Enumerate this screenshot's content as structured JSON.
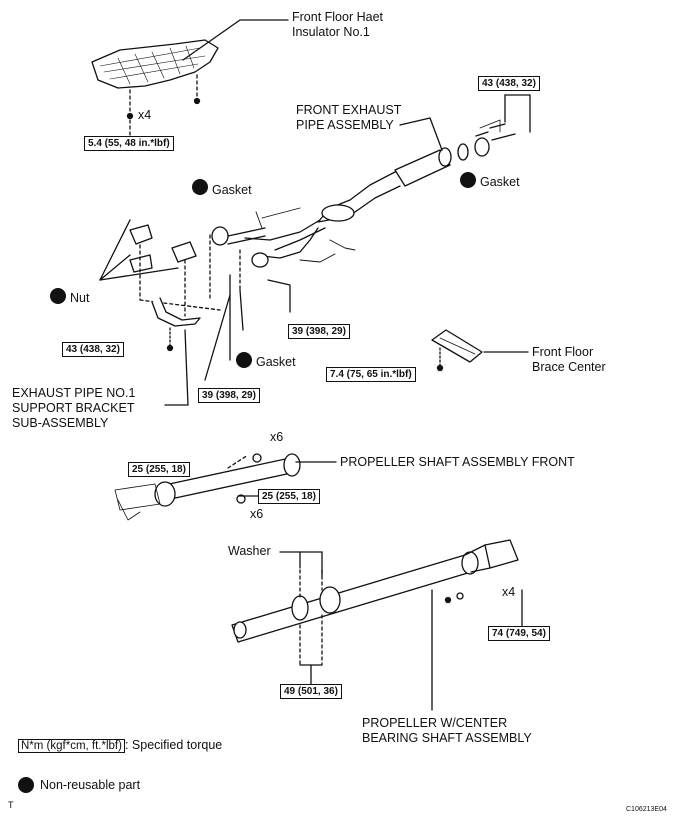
{
  "labels": {
    "heat_insulator": [
      "Front Floor Haet",
      "Insulator No.1"
    ],
    "front_exhaust": [
      "FRONT EXHAUST",
      "PIPE ASSEMBLY"
    ],
    "gasket": "Gasket",
    "nut": "Nut",
    "support_bracket": [
      "EXHAUST PIPE NO.1",
      "SUPPORT BRACKET",
      "SUB-ASSEMBLY"
    ],
    "brace_center": [
      "Front Floor",
      "Brace Center"
    ],
    "prop_front": "PROPELLER SHAFT ASSEMBLY FRONT",
    "washer": "Washer",
    "prop_center": [
      "PROPELLER W/CENTER",
      "BEARING SHAFT ASSEMBLY"
    ],
    "x4": "x4",
    "x6": "x6"
  },
  "torques": {
    "insulator": "5.4 (55, 48 in.*lbf)",
    "exhaust_rear": "43 (438, 32)",
    "bracket": "43 (438, 32)",
    "pipe_39a": "39 (398, 29)",
    "pipe_39b": "39 (398, 29)",
    "brace": "7.4 (75, 65 in.*lbf)",
    "prop_front_a": "25 (255, 18)",
    "prop_front_b": "25 (255, 18)",
    "prop_rear": "74 (749, 54)",
    "prop_center": "49 (501, 36)"
  },
  "legend": {
    "torque_unit": "N*m (kgf*cm, ft.*lbf)",
    "torque_text": ": Specified torque",
    "nonreusable": "Non-reusable part"
  },
  "corner": {
    "left": "T",
    "right": "C106213E04"
  }
}
